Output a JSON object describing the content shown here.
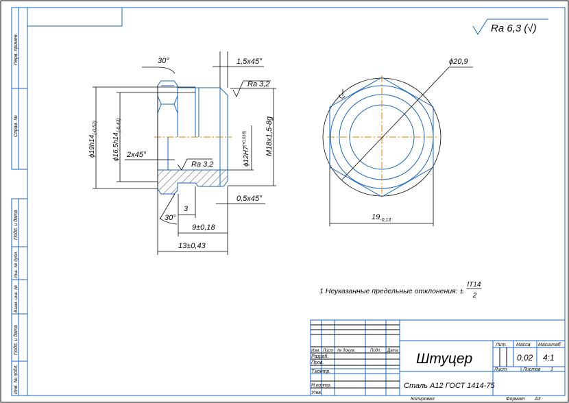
{
  "roughness": {
    "general": "Ra 6,3 (√)",
    "outer": "Ra 3,2",
    "bore": "Ra 3,2"
  },
  "side_strip": [
    "Перв. примен.",
    "Справ. №",
    "Подп. и дата",
    "Инв. № дубл.",
    "Взам. инв. №",
    "Подп. и дата",
    "Инв. № подл."
  ],
  "dimensions": {
    "chamfer_angle_top": "30°",
    "chamfer_top": "1,5x45°",
    "dia_19": "ϕ19h14",
    "dia_19_tol": "(-0,52)",
    "dia_16": "ϕ16,5h14",
    "dia_16_tol": "(-0,43)",
    "chamfer_2": "2x45°",
    "dia_12": "ϕ12H7",
    "dia_12_tol": "(+0,018)",
    "thread": "M18x1,5-8g",
    "chamfer_05": "0,5x45°",
    "groove": "3",
    "chamfer_angle_bottom": "30°",
    "len_9": "9±0,18",
    "len_13": "13±0,43",
    "dia_20_9": "ϕ20,9",
    "hex_size": "19",
    "hex_tol": "-0,13"
  },
  "note": {
    "text": "1 Неуказанные предельные отклонения: ±",
    "num": "IT14",
    "den": "2"
  },
  "title_block": {
    "headers": [
      "Изм.",
      "Лист",
      "№ докум.",
      "Подп.",
      "Дата"
    ],
    "roles": [
      "Разраб.",
      "Пров.",
      "Т.контр.",
      "",
      "Н.контр.",
      "Утв."
    ],
    "name": "Штуцер",
    "material": "Сталь А12 ГОСТ 1414-75",
    "lit_label": "Лит.",
    "mass_label": "Масса",
    "scale_label": "Масштаб",
    "mass": "0,02",
    "scale": "4:1",
    "sheet_label": "Лист",
    "sheets_label": "Листов",
    "sheets": "1",
    "copied": "Копировал",
    "format_label": "Формат",
    "format": "А3"
  }
}
